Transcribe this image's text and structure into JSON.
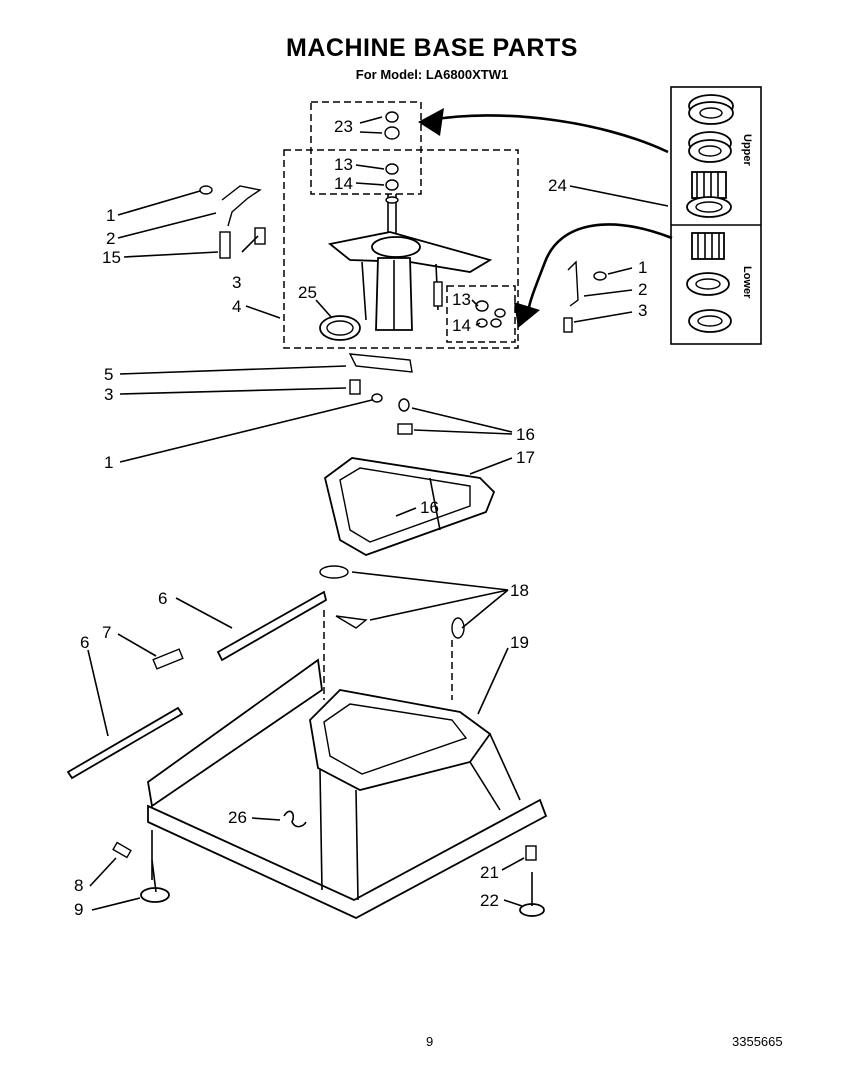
{
  "title": "MACHINE BASE PARTS",
  "subtitle": "For Model: LA6800XTW1",
  "page_number": "9",
  "doc_number": "3355665",
  "inset": {
    "upper_label": "Upper",
    "lower_label": "Lower"
  },
  "callouts": {
    "c23": "23",
    "c13a": "13",
    "c14a": "14",
    "c1a": "1",
    "c2a": "2",
    "c15": "15",
    "c3a": "3",
    "c4": "4",
    "c25": "25",
    "c24": "24",
    "c1b": "1",
    "c2b": "2",
    "c3b": "3",
    "c13b": "13",
    "c14b": "14",
    "c5": "5",
    "c3c": "3",
    "c1c": "1",
    "c16a": "16",
    "c17": "17",
    "c16b": "16",
    "c18": "18",
    "c6a": "6",
    "c7": "7",
    "c6b": "6",
    "c19": "19",
    "c26": "26",
    "c8": "8",
    "c9": "9",
    "c21": "21",
    "c22": "22"
  }
}
